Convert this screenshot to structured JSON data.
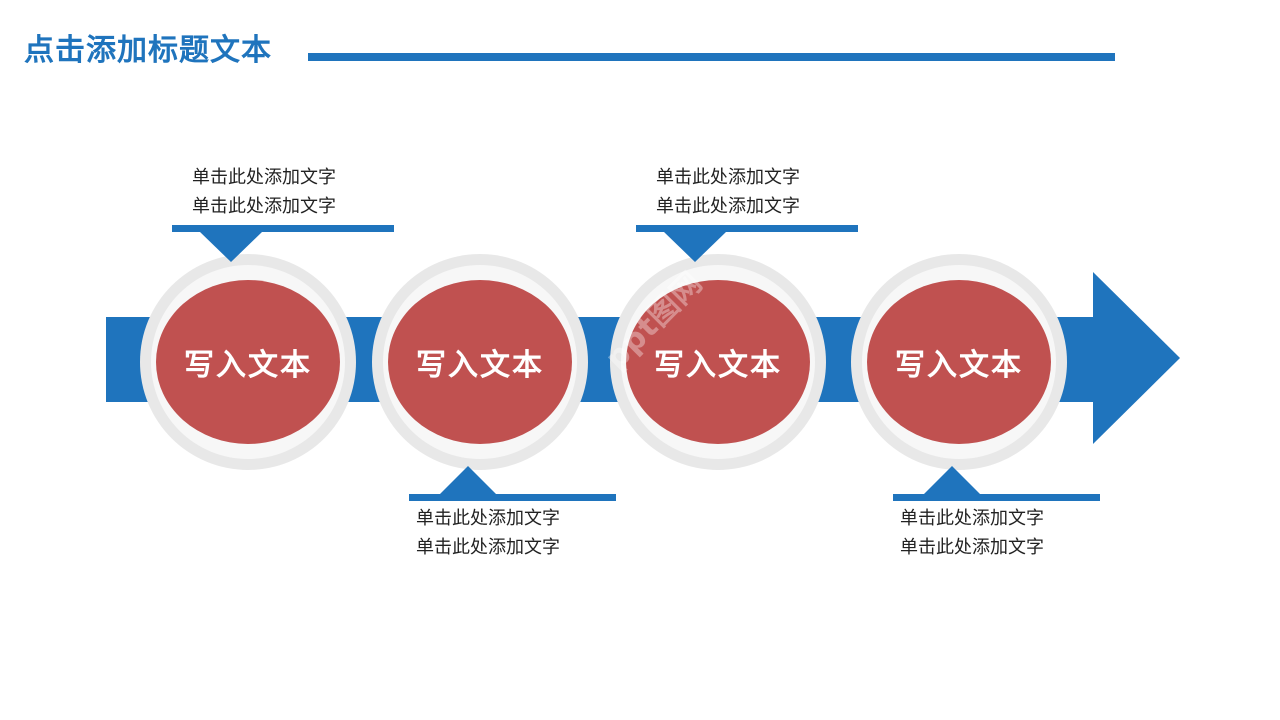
{
  "header": {
    "title": "点击添加标题文本"
  },
  "colors": {
    "accent": "#1f74bd",
    "node_fill": "#c05150",
    "ring": "#e6e6e6",
    "text": "#222222"
  },
  "diagram": {
    "nodes": [
      {
        "label": "写入文本"
      },
      {
        "label": "写入文本"
      },
      {
        "label": "写入文本"
      },
      {
        "label": "写入文本"
      }
    ],
    "callouts": [
      {
        "line1": "单击此处添加文字",
        "line2": "单击此处添加文字",
        "position": "above"
      },
      {
        "line1": "单击此处添加文字",
        "line2": "单击此处添加文字",
        "position": "below"
      },
      {
        "line1": "单击此处添加文字",
        "line2": "单击此处添加文字",
        "position": "above"
      },
      {
        "line1": "单击此处添加文字",
        "line2": "单击此处添加文字",
        "position": "below"
      }
    ]
  },
  "watermark": {
    "text": "ppt图网"
  }
}
